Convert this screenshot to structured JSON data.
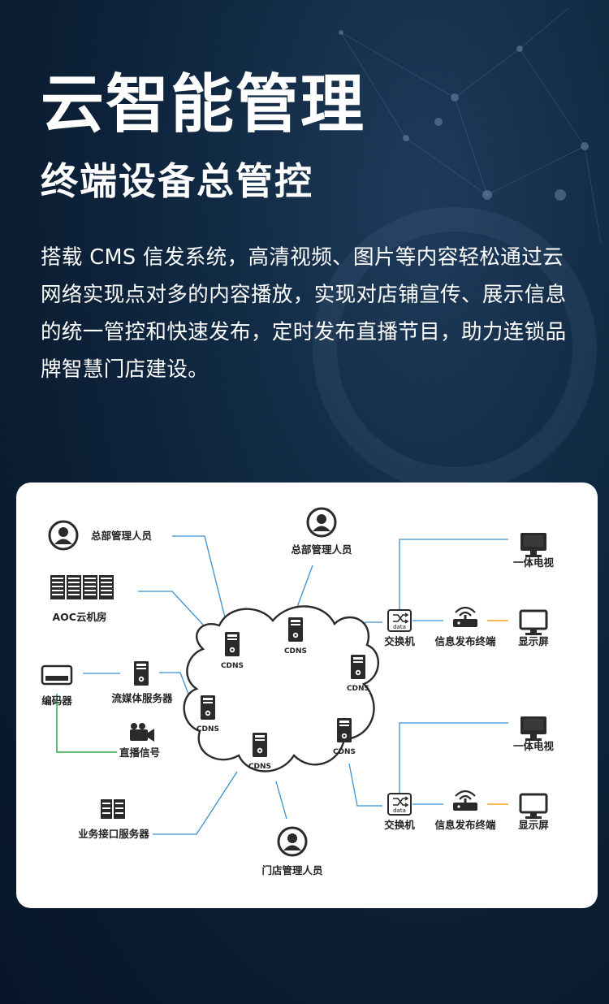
{
  "header": {
    "title": "云智能管理",
    "subtitle": "终端设备总管控",
    "description": "搭载 CMS 信发系统，高清视频、图片等内容轻松通过云网络实现点对多的内容播放，实现对店铺宣传、展示信息的统一管控和快速发布，定时发布直播节目，助力连锁品牌智慧门店建设。"
  },
  "diagram": {
    "colors": {
      "line_blue": "#3a8fd0",
      "line_green": "#2fa84f",
      "line_orange": "#f0a020",
      "icon_dark": "#2a2a2a"
    },
    "hq_admin_left": "总部管理人员",
    "hq_admin_top": "总部管理人员",
    "aoc_room": "AOC云机房",
    "encoder": "编码器",
    "streaming_server": "流媒体服务器",
    "live_signal": "直播信号",
    "biz_server": "业务接口服务器",
    "store_admin": "门店管理人员",
    "cdns": [
      "CDNS",
      "CDNS",
      "CDNS",
      "CDNS",
      "CDNS",
      "CDNS"
    ],
    "top_branch": {
      "switch": "交换机",
      "switch_tag": "data",
      "terminal": "信息发布终端",
      "tv": "一体电视",
      "screen": "显示屏"
    },
    "bottom_branch": {
      "switch": "交换机",
      "switch_tag": "data",
      "terminal": "信息发布终端",
      "tv": "一体电视",
      "screen": "显示屏"
    }
  }
}
